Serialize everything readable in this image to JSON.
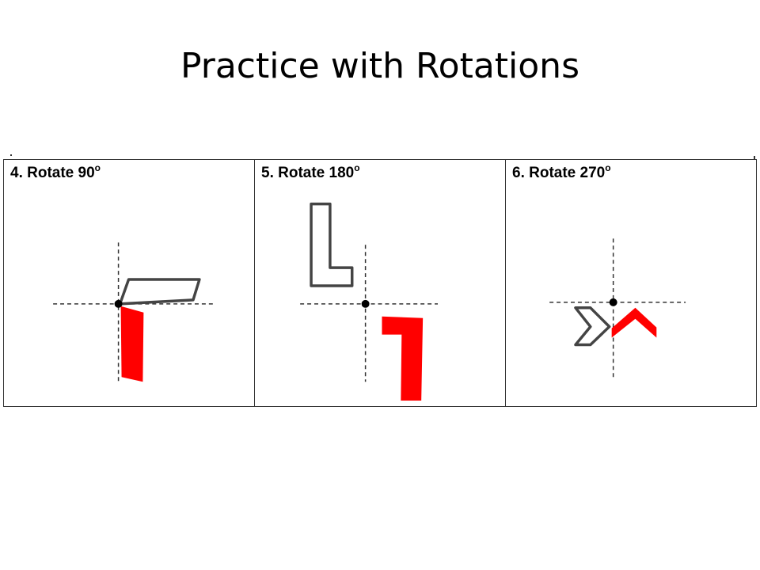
{
  "slide": {
    "title": "Practice with Rotations"
  },
  "problems": [
    {
      "label": "4. Rotate 90",
      "degree_mark": "o",
      "shape": "parallelogram",
      "answer_color": "#ff0000"
    },
    {
      "label": "5. Rotate 180",
      "degree_mark": "o",
      "shape": "L-shape",
      "answer_color": "#ff0000"
    },
    {
      "label": "6. Rotate 270",
      "degree_mark": "o",
      "shape": "chevron",
      "answer_color": "#ff0000"
    }
  ],
  "colors": {
    "answer": "#ff0000",
    "outline": "#333333",
    "axes": "#333333"
  }
}
